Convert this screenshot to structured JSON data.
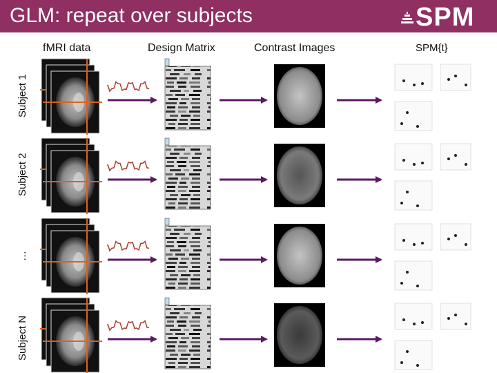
{
  "header": {
    "title": "GLM: repeat over subjects",
    "logo_text": "SPM"
  },
  "columns": {
    "fmri": "fMRI data",
    "design": "Design Matrix",
    "contrast": "Contrast Images",
    "spm": "SPM{t}"
  },
  "rows": [
    {
      "label": "Subject 1"
    },
    {
      "label": "Subject 2"
    },
    {
      "label": "…"
    },
    {
      "label": "Subject N"
    }
  ],
  "colors": {
    "header_bg": "#8f2f62",
    "arrow": "#5a1a62",
    "crosshair": "#e06018",
    "timeseries": "#b03a2e"
  }
}
